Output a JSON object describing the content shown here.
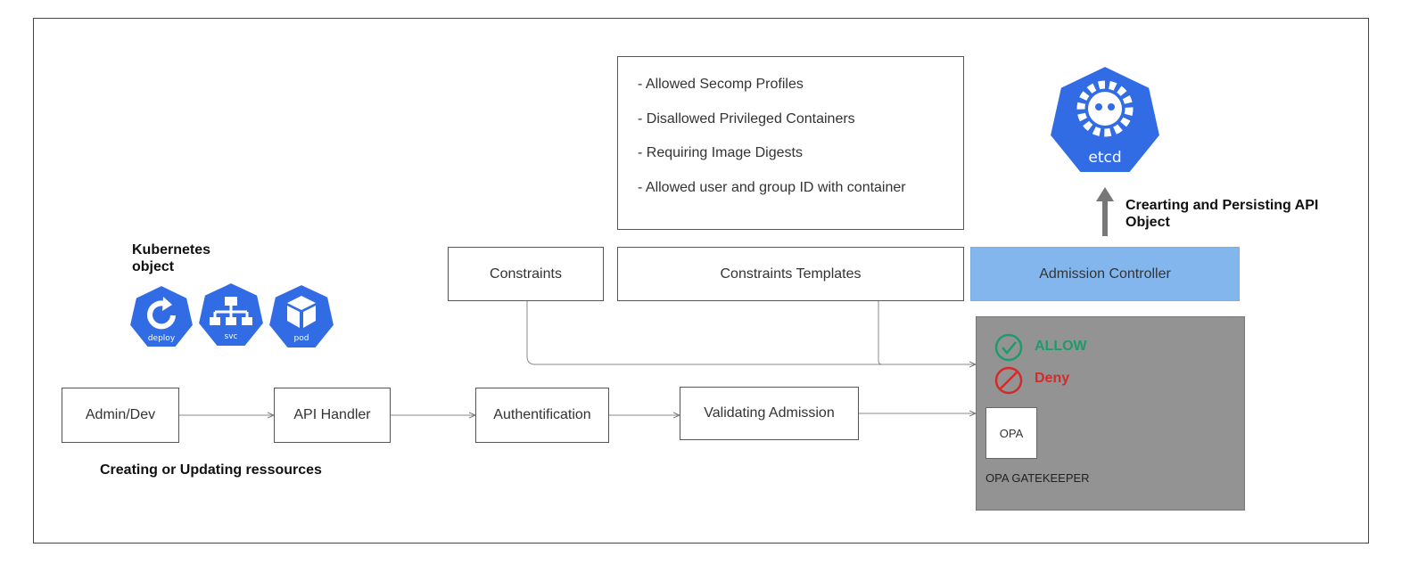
{
  "kubernetes_label": "Kubernetes object",
  "k8s_icons": [
    {
      "icon": "deploy-icon",
      "caption": "deploy"
    },
    {
      "icon": "svc-icon",
      "caption": "svc"
    },
    {
      "icon": "pod-icon",
      "caption": "pod"
    }
  ],
  "flow": {
    "admin_dev": "Admin/Dev",
    "api_handler": "API Handler",
    "authentification": "Authentification",
    "validating_admission": "Validating Admission",
    "flow_caption": "Creating or Updating ressources"
  },
  "policy": {
    "constraints": "Constraints",
    "constraints_templates": "Constraints Templates",
    "rules": [
      "- Allowed Secomp Profiles",
      "- Disallowed Privileged Containers",
      "- Requiring Image Digests",
      "- Allowed user and group ID with container"
    ]
  },
  "admission_controller": "Admission Controller",
  "etcd": {
    "caption": "etcd",
    "persist_label": "Crearting and Persisting API Object"
  },
  "gatekeeper": {
    "allow": "ALLOW",
    "deny": "Deny",
    "opa": "OPA",
    "title": "OPA GATEKEEPER"
  },
  "colors": {
    "k8s_blue": "#326ce5",
    "admission_blue": "#84b6ee",
    "gatekeeper_gray": "#939393",
    "allow_green": "#1f9a6c",
    "deny_red": "#d42a2a"
  }
}
